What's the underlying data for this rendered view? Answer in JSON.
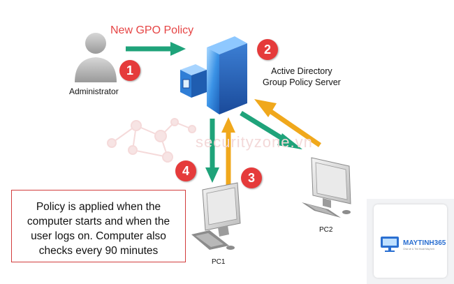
{
  "title": "New GPO Policy",
  "administrator": {
    "label": "Administrator"
  },
  "server": {
    "label_line1": "Active Directory",
    "label_line2": "Group Policy Server"
  },
  "steps": [
    "1",
    "2",
    "3",
    "4"
  ],
  "clients": {
    "pc1": "PC1",
    "pc2": "PC2"
  },
  "note": {
    "line1": "Policy is applied when the",
    "line2": "computer starts and when the",
    "line3": "user logs on. Computer also",
    "line4": "checks every 90 minutes"
  },
  "watermark": "securityzone.vn",
  "logo": {
    "name": "MAYTINH365",
    "tagline": "Chia sẻ & Thủ thuật Máy tính"
  },
  "colors": {
    "accent_red": "#e53b3b",
    "arrow_green": "#1fa37a",
    "arrow_orange": "#f0a81c",
    "server_blue": "#2a7fd6"
  },
  "icons": [
    "administrator-icon",
    "server-icon",
    "pc-icon"
  ]
}
